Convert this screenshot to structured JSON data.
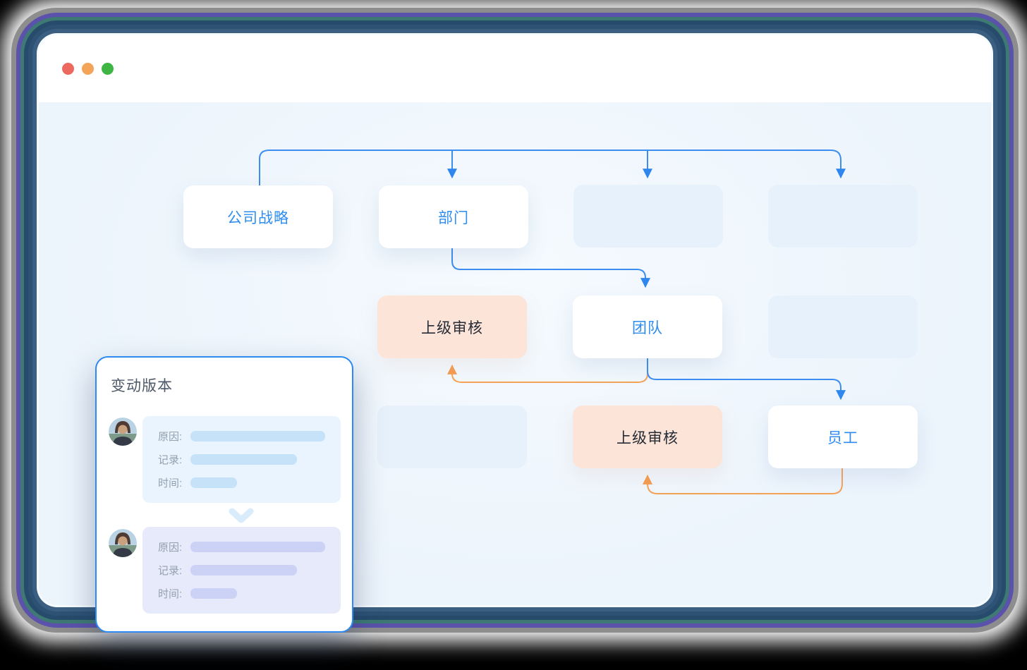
{
  "window": {
    "traffic_lights": [
      {
        "name": "close",
        "color": "#ec6a5d"
      },
      {
        "name": "minimize",
        "color": "#f3a458"
      },
      {
        "name": "zoom",
        "color": "#3fb544"
      }
    ]
  },
  "diagram": {
    "nodes": {
      "strategy": {
        "label": "公司战略"
      },
      "department": {
        "label": "部门"
      },
      "review_top": {
        "label": "上级审核"
      },
      "team": {
        "label": "团队"
      },
      "review_bottom": {
        "label": "上级审核"
      },
      "staff": {
        "label": "员工"
      }
    },
    "colors": {
      "node_text_blue": "#2d8cf0",
      "connector_blue": "#3b8def",
      "connector_orange": "#f5a259",
      "review_bg": "#fce4d8",
      "placeholder_bg": "#e7f1fb"
    }
  },
  "version_panel": {
    "title": "变动版本",
    "field_labels": {
      "reason": "原因:",
      "record": "记录:",
      "time": "时间:"
    },
    "border_color": "#2c8af0"
  }
}
